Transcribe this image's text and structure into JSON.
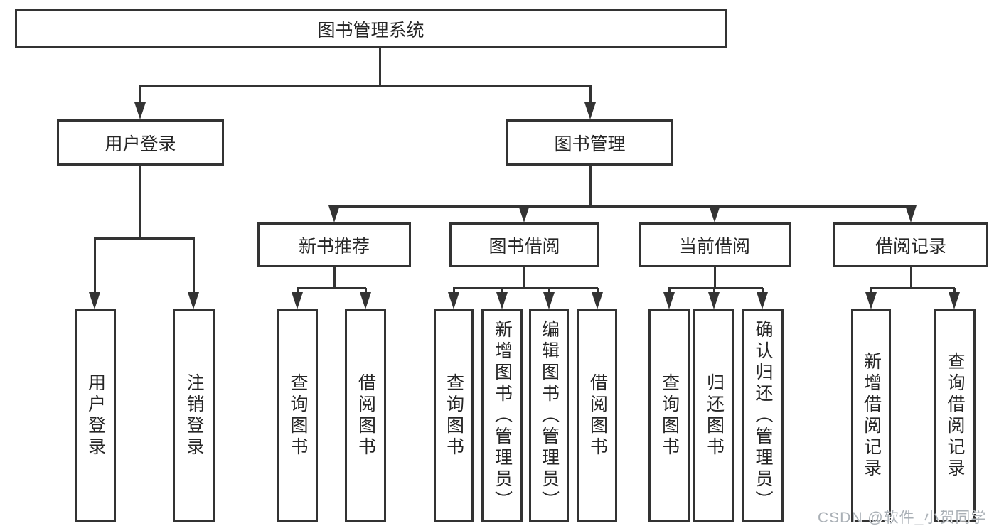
{
  "tree": {
    "root": "图书管理系统",
    "branches": [
      {
        "label": "用户登录",
        "children": [
          {
            "label": "用户登录"
          },
          {
            "label": "注销登录"
          }
        ]
      },
      {
        "label": "图书管理",
        "sections": [
          {
            "label": "新书推荐",
            "children": [
              {
                "label": "查询图书"
              },
              {
                "label": "借阅图书"
              }
            ]
          },
          {
            "label": "图书借阅",
            "children": [
              {
                "label": "查询图书"
              },
              {
                "label": "新增图书（管理员）"
              },
              {
                "label": "编辑图书（管理员）"
              },
              {
                "label": "借阅图书"
              }
            ]
          },
          {
            "label": "当前借阅",
            "children": [
              {
                "label": "查询图书"
              },
              {
                "label": "归还图书"
              },
              {
                "label": "确认归还（管理员）"
              }
            ]
          },
          {
            "label": "借阅记录",
            "children": [
              {
                "label": "新增借阅记录"
              },
              {
                "label": "查询借阅记录"
              }
            ]
          }
        ]
      }
    ]
  },
  "watermark": {
    "text": "CSDN @软件_小贺同学",
    "color": "#aab0b6"
  },
  "colors": {
    "line": "#333333",
    "box_background": "#ffffff",
    "page_background": "#ffffff"
  }
}
